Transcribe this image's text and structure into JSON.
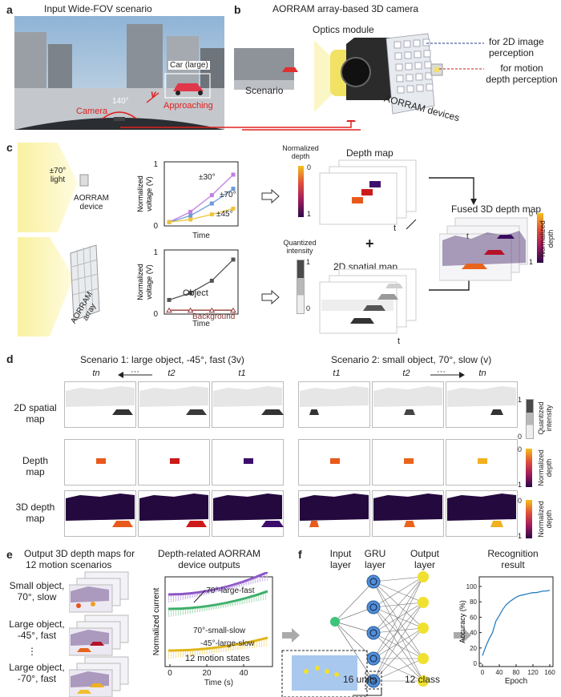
{
  "panel_a": {
    "letter": "a",
    "title": "Input Wide-FOV scenario",
    "car_label": "Car (large)",
    "v_label": "v",
    "approaching": "Approaching",
    "camera": "Camera",
    "angle": "140°"
  },
  "panel_b": {
    "letter": "b",
    "title": "AORRAM array-based 3D camera",
    "optics": "Optics module",
    "scenario": "Scenario",
    "devices": "AORRAM devices",
    "perception_2d": "for 2D image perception",
    "perception_depth_1": "for motion",
    "perception_depth_2": "depth perception"
  },
  "panel_c": {
    "letter": "c",
    "light_1": "±70°",
    "light_2": "light",
    "device_1": "AORRAM",
    "device_2": "device",
    "array_1": "AORRAM",
    "array_2": "array",
    "ylabel_1": "Normalized",
    "ylabel_2": "voltage (V)",
    "xlabel": "Time",
    "ymin": "0",
    "ymax": "1",
    "curve_labels": [
      "±30°",
      "±70°",
      "±45°"
    ],
    "object": "Object",
    "background": "Background",
    "norm_depth_1": "Normalized",
    "norm_depth_2": "depth",
    "scale_0": "0",
    "scale_1": "1",
    "quant_1": "Quantized",
    "quant_2": "intensity",
    "depth_map": "Depth map",
    "spatial_map": "2D spatial map",
    "fused": "Fused 3D depth map",
    "t": "t",
    "plus": "+"
  },
  "panel_d": {
    "letter": "d",
    "scenario1": "Scenario 1: large object, -45°, fast (3v)",
    "scenario2": "Scenario 2: small object, 70°, slow (v)",
    "cols1": [
      "tn",
      "t2",
      "t1"
    ],
    "cols2": [
      "t1",
      "t2",
      "tn"
    ],
    "dots": "···",
    "rows": [
      {
        "l1": "2D spatial",
        "l2": "map"
      },
      {
        "l1": "Depth",
        "l2": "map"
      },
      {
        "l1": "3D depth",
        "l2": "map"
      }
    ],
    "cb_quant_1": "Quantized",
    "cb_quant_2": "intensity",
    "cb_norm_1": "Normalized",
    "cb_norm_2": "depth",
    "cb0": "0",
    "cb1": "1"
  },
  "panel_e": {
    "letter": "e",
    "title_1": "Output 3D depth maps for",
    "title_2": "12 motion scenarios",
    "s1_1": "Small object,",
    "s1_2": "70°, slow",
    "s2_1": "Large object,",
    "s2_2": "-45°, fast",
    "s3_1": "Large object,",
    "s3_2": "-70°, fast",
    "vdots": "⋮",
    "chart_title_1": "Depth-related AORRAM",
    "chart_title_2": "device outputs",
    "ylabel": "Normalized current",
    "xlabel": "Time (s)",
    "xticks": [
      "0",
      "20",
      "40"
    ],
    "ann1": "-70°-large-fast",
    "ann2": "70°-small-slow",
    "ann3": "-45°-large-slow",
    "ann4": "12 motion states"
  },
  "panel_f": {
    "letter": "f",
    "input": "Input",
    "input2": "layer",
    "gru": "GRU",
    "gru2": "layer",
    "output": "Output",
    "output2": "layer",
    "units": "16 units",
    "classes": "12 class",
    "result_1": "Recognition",
    "result_2": "result",
    "ylabel": "Accuracy (%)",
    "xlabel": "Epoch",
    "xticks": [
      "0",
      "40",
      "80",
      "120",
      "160"
    ],
    "yticks": [
      "0",
      "20",
      "40",
      "60",
      "80",
      "100"
    ]
  },
  "chart_data": [
    {
      "type": "line",
      "title": "",
      "xlabel": "Time",
      "ylabel": "Normalized voltage (V)",
      "ylim": [
        0,
        1
      ],
      "x": [
        0,
        1,
        2,
        3
      ],
      "series": [
        {
          "name": "±30°",
          "values": [
            0.06,
            0.22,
            0.48,
            0.8
          ]
        },
        {
          "name": "±70°",
          "values": [
            0.06,
            0.16,
            0.35,
            0.58
          ]
        },
        {
          "name": "±45°",
          "values": [
            0.06,
            0.1,
            0.18,
            0.27
          ]
        }
      ]
    },
    {
      "type": "line",
      "title": "",
      "xlabel": "Time",
      "ylabel": "Normalized voltage (V)",
      "ylim": [
        0,
        1
      ],
      "x": [
        0,
        1,
        2,
        3
      ],
      "series": [
        {
          "name": "Object",
          "values": [
            0.22,
            0.33,
            0.52,
            0.85
          ]
        },
        {
          "name": "Background",
          "values": [
            0.06,
            0.06,
            0.06,
            0.06
          ]
        }
      ]
    },
    {
      "type": "line",
      "title": "",
      "xlabel": "Epoch",
      "ylabel": "Accuracy (%)",
      "ylim": [
        0,
        100
      ],
      "xlim": [
        0,
        160
      ],
      "x": [
        0,
        8,
        16,
        24,
        32,
        40,
        48,
        56,
        64,
        72,
        80,
        88,
        96,
        104,
        112,
        120,
        128,
        136,
        144,
        152,
        160
      ],
      "series": [
        {
          "name": "",
          "values": [
            10,
            22,
            32,
            40,
            55,
            62,
            70,
            76,
            80,
            83,
            86,
            88,
            89,
            90,
            91,
            92,
            92,
            93,
            94,
            94,
            95
          ]
        }
      ]
    }
  ]
}
